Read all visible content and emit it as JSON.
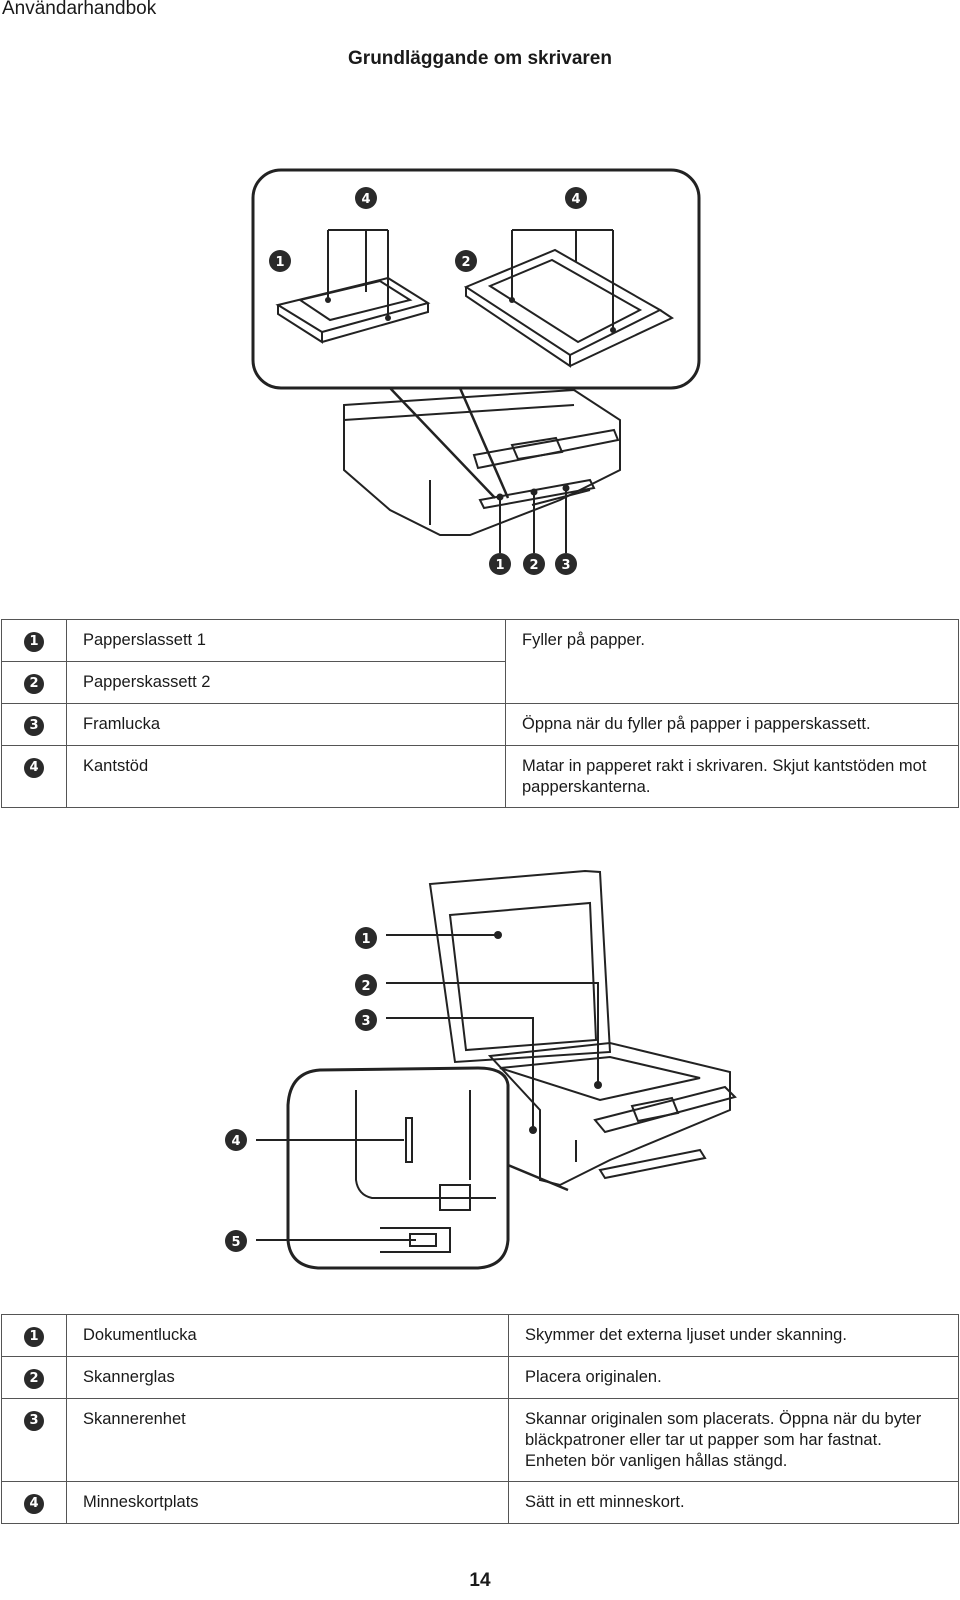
{
  "header": {
    "running_title": "Användarhandbok"
  },
  "section": {
    "title": "Grundläggande om skrivaren"
  },
  "figure1": {
    "callouts": [
      "1",
      "2",
      "3",
      "4"
    ]
  },
  "table1": {
    "rows": [
      {
        "num": "1",
        "name": "Papperslassett 1",
        "desc": "Fyller på papper."
      },
      {
        "num": "2",
        "name": "Papperskassett 2",
        "desc": ""
      },
      {
        "num": "3",
        "name": "Framlucka",
        "desc": "Öppna när du fyller på papper i papperskassett."
      },
      {
        "num": "4",
        "name": "Kantstöd",
        "desc": "Matar in papperet rakt i skrivaren. Skjut kantstöden mot papperskanterna."
      }
    ]
  },
  "figure2": {
    "callouts": [
      "1",
      "2",
      "3",
      "4",
      "5"
    ]
  },
  "table2": {
    "rows": [
      {
        "num": "1",
        "name": "Dokumentlucka",
        "desc": "Skymmer det externa ljuset under skanning."
      },
      {
        "num": "2",
        "name": "Skannerglas",
        "desc": "Placera originalen."
      },
      {
        "num": "3",
        "name": "Skannerenhet",
        "desc": "Skannar originalen som placerats. Öppna när du byter bläckpatroner eller tar ut papper som har fastnat. Enheten bör vanligen hållas stängd."
      },
      {
        "num": "4",
        "name": "Minneskortplats",
        "desc": "Sätt in ett minneskort."
      }
    ]
  },
  "footer": {
    "page_number": "14"
  }
}
